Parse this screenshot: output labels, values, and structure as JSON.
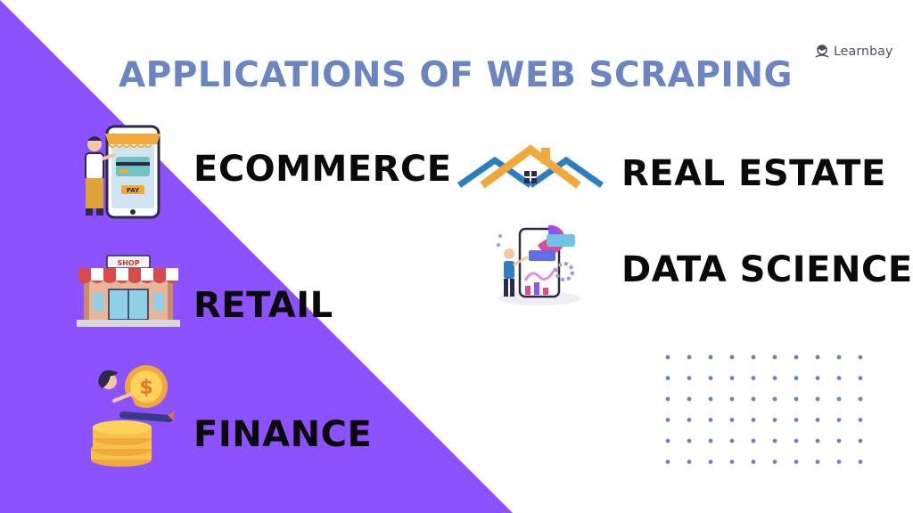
{
  "title": "APPLICATIONS OF WEB SCRAPING",
  "logo": {
    "text": "Learnbay",
    "icon": "graduate-logo-icon"
  },
  "applications": [
    {
      "label": "ECOMMERCE",
      "icon": "mobile-shop-icon"
    },
    {
      "label": "REAL ESTATE",
      "icon": "house-roof-icon"
    },
    {
      "label": "RETAIL",
      "icon": "shop-storefront-icon"
    },
    {
      "label": "DATA SCIENCE",
      "icon": "data-analytics-icon"
    },
    {
      "label": "FINANCE",
      "icon": "coins-stack-icon"
    }
  ],
  "colors": {
    "background": "#ffffff",
    "accent_purple": "#8c52ff",
    "title": "#6b84c2",
    "label": "#0a0a0a",
    "dots": "#6b84c2"
  }
}
